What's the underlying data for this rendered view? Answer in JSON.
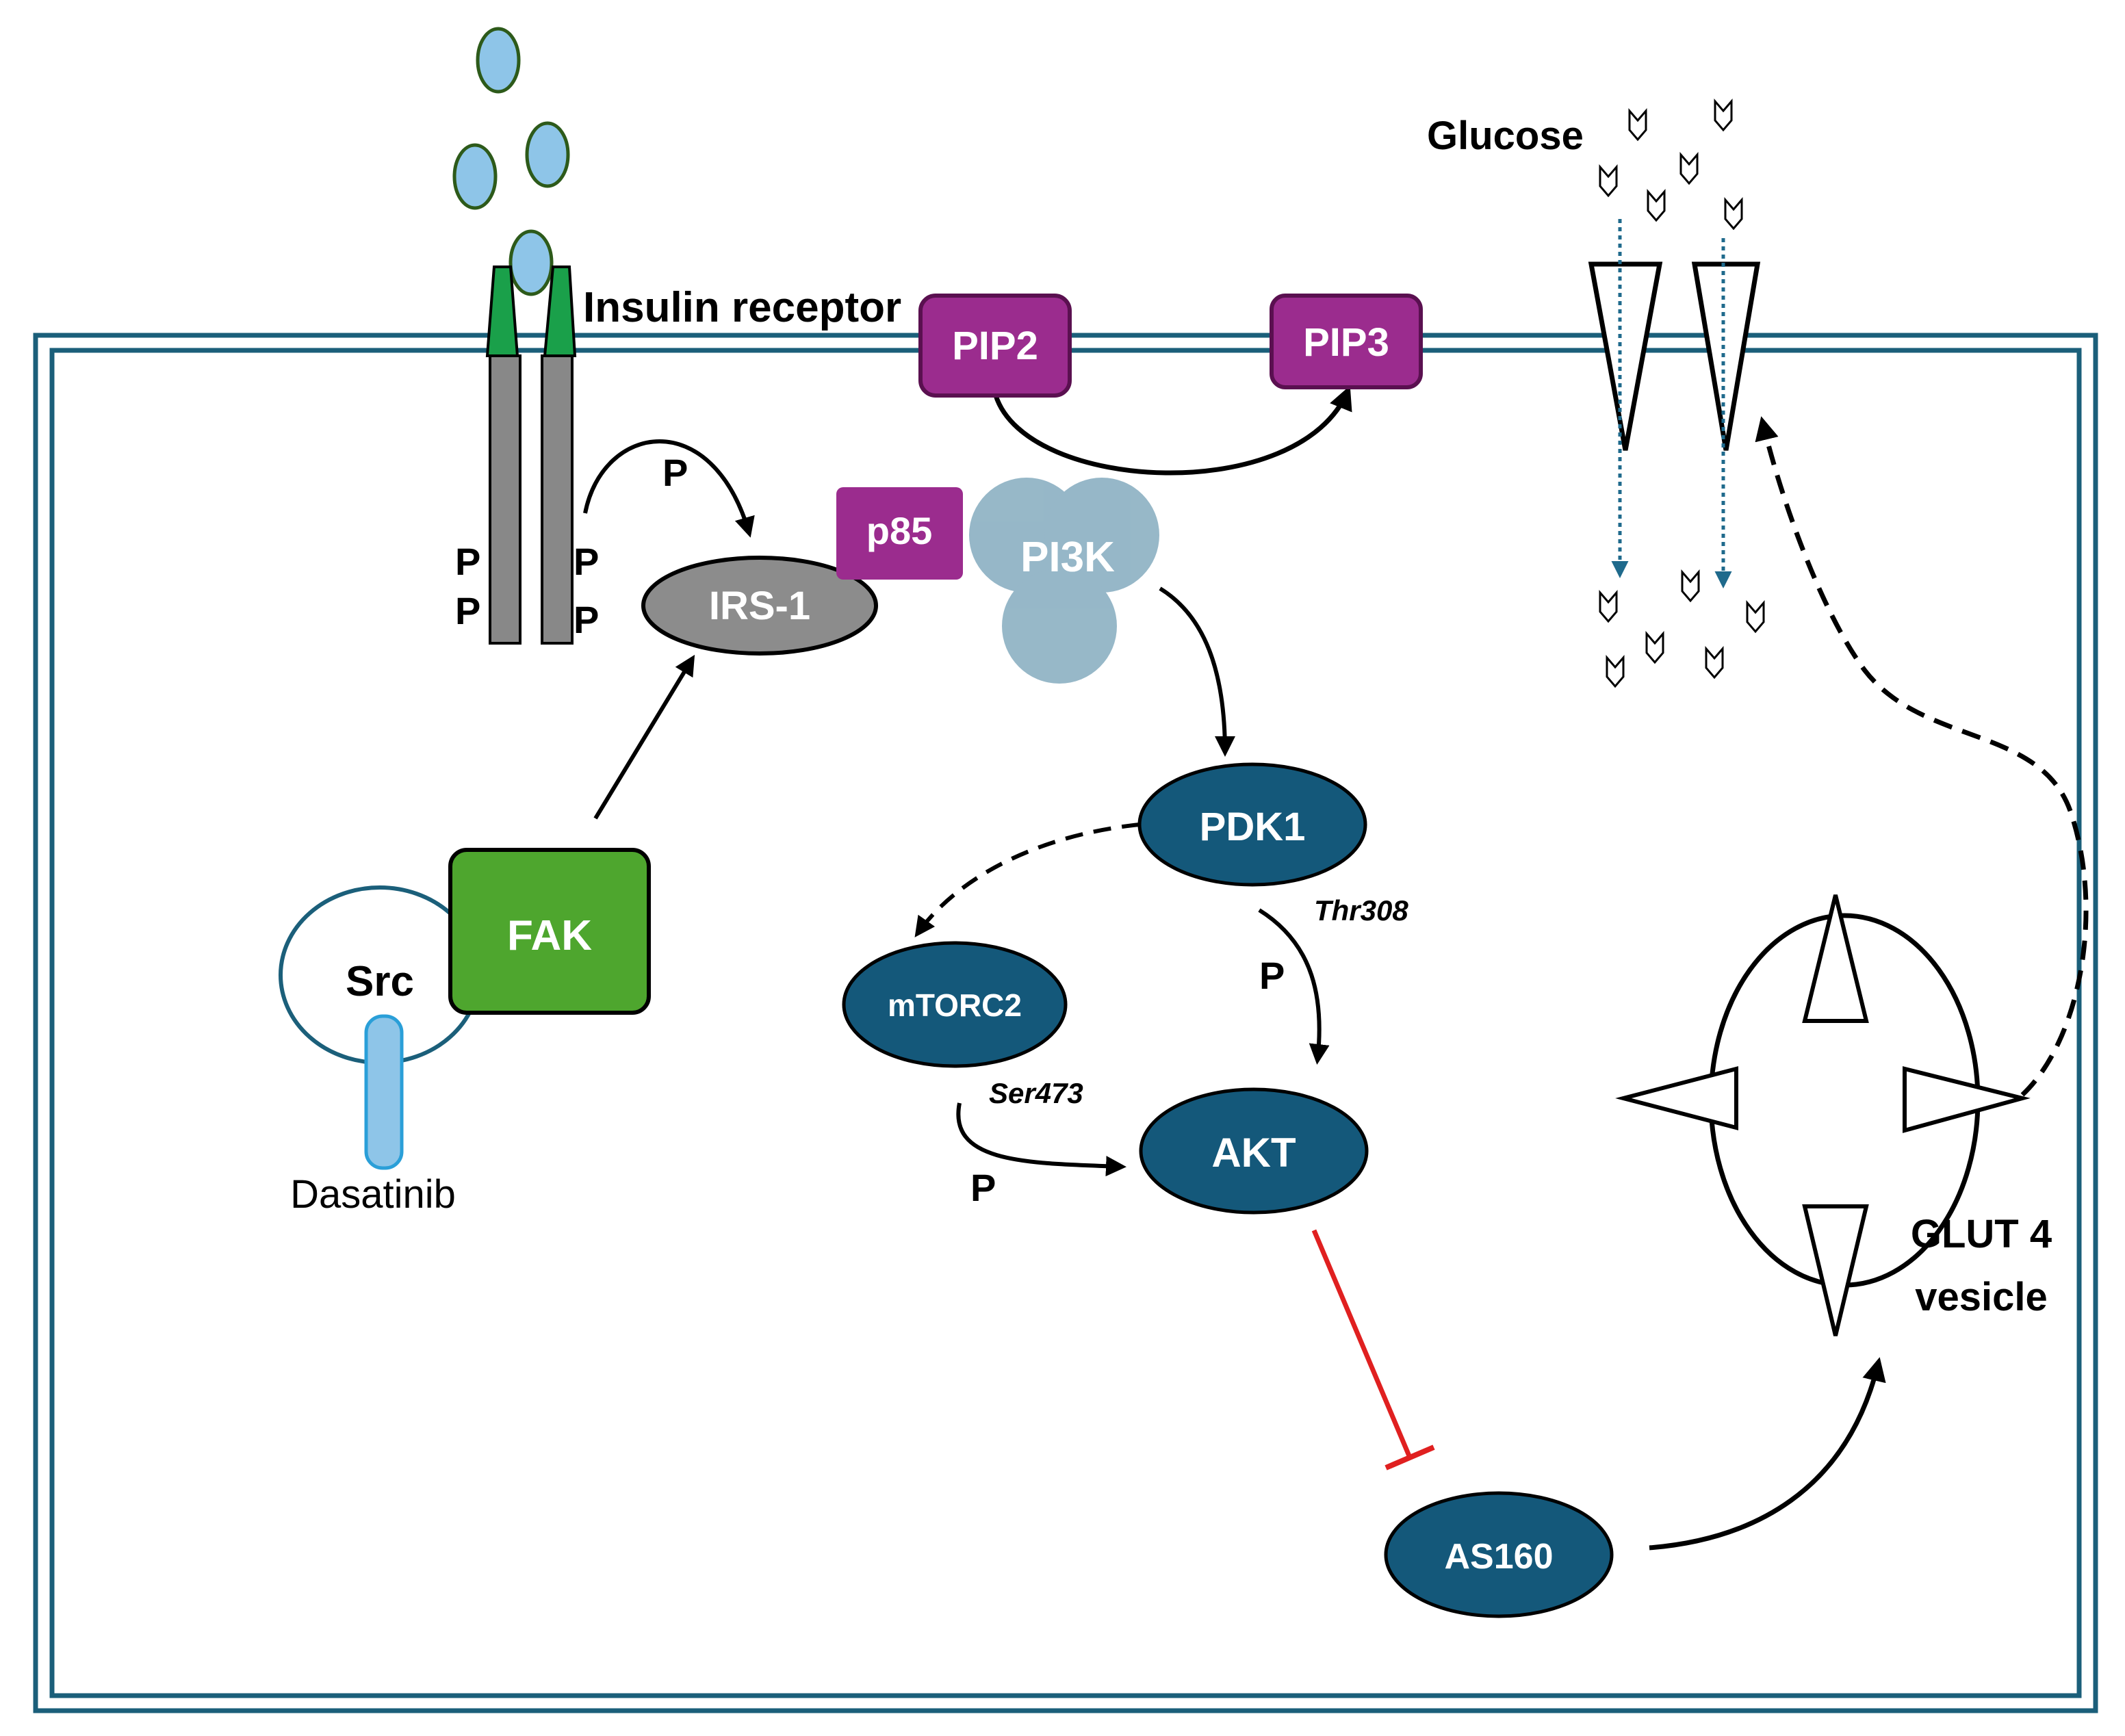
{
  "labels": {
    "insulin_receptor": "Insulin receptor",
    "glucose": "Glucose",
    "glut4_line1": "GLUT 4",
    "glut4_line2": "vesicle",
    "dasatinib": "Dasatinib",
    "thr308": "Thr308",
    "ser473": "Ser473"
  },
  "nodes": {
    "pip2": "PIP2",
    "pip3": "PIP3",
    "irs1": "IRS-1",
    "p85": "p85",
    "pi3k": "PI3K",
    "pdk1": "PDK1",
    "mtorc2": "mTORC2",
    "akt": "AKT",
    "as160": "AS160",
    "fak": "FAK",
    "src": "Src"
  },
  "phospho": "P",
  "colors": {
    "membrane": "#1b5f7a",
    "dark_node": "#14587a",
    "purple_node": "#9b2c8e",
    "purple_border": "#5a1050",
    "irs1_gray": "#8c8c8c",
    "pi3k_circles": "#6f9cb3",
    "fak_green": "#4ea62e",
    "insulin_blue": "#8ec5e8",
    "insulin_border": "#2d5a1a",
    "receptor_green": "#1aa04a",
    "inhibition_red": "#e02020",
    "glucose_flow": "#1f6a8c"
  }
}
